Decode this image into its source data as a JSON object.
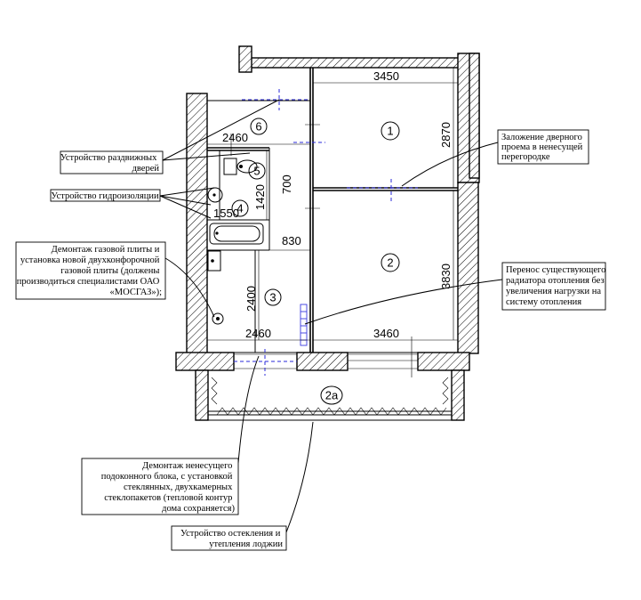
{
  "dimensions": {
    "d3450": "3450",
    "d2870": "2870",
    "d2460_top": "2460",
    "d700": "700",
    "d1420": "1420",
    "d1550": "1550",
    "d830": "830",
    "d2400": "2400",
    "d3830": "3830",
    "d2460_bottom": "2460",
    "d3460": "3460"
  },
  "rooms": {
    "r1": "1",
    "r2": "2",
    "r2a": "2а",
    "r3": "3",
    "r4": "4",
    "r5": "5",
    "r6": "6"
  },
  "callouts": {
    "sliding_doors": [
      "Устройство раздвижных",
      "дверей"
    ],
    "waterproofing": [
      "Устройство гидроизоляции"
    ],
    "gas_stove": [
      "Демонтаж газовой плиты и",
      "установка новой двухконфорочной",
      "газовой плиты (должены",
      "производиться специалистами ОАО",
      "«МОСГАЗ»);"
    ],
    "door_opening": [
      "Заложение дверного",
      "проема в ненесущей",
      "перегородке"
    ],
    "radiator": [
      "Перенос существующего",
      "радиатора отопления без",
      "увеличения нагрузки на",
      "систему отопления"
    ],
    "sill_block": [
      "Демонтаж ненесущего",
      "подоконного блока, с установкой",
      "стеклянных, двухкамерных",
      "стеклопакетов (тепловой контур",
      "дома сохраняется)"
    ],
    "loggia": [
      "Устройство остекления и",
      "утепления лоджии"
    ]
  }
}
